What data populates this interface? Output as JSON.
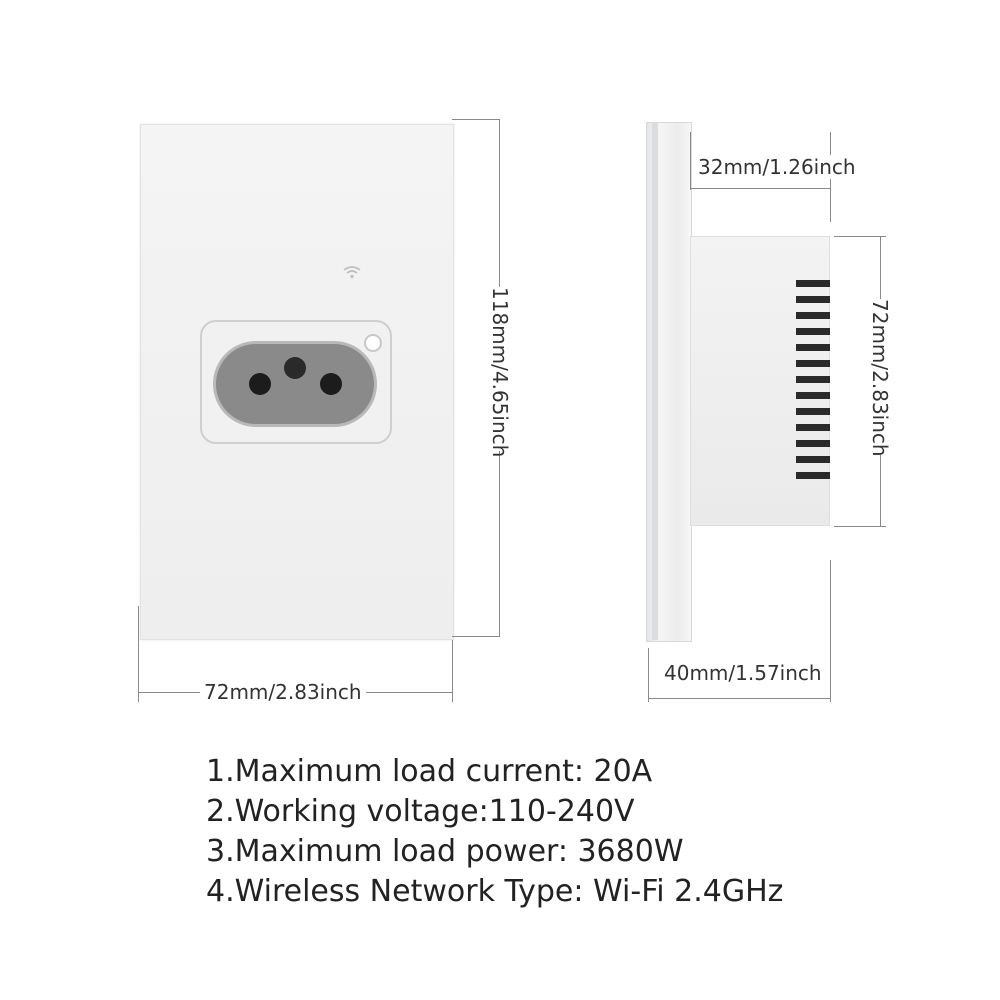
{
  "dimensions": {
    "front_width": "72mm/2.83inch",
    "front_height": "118mm/4.65inch",
    "side_depth_top": "32mm/1.26inch",
    "side_body_height": "72mm/2.83inch",
    "side_depth_bottom": "40mm/1.57inch"
  },
  "icons": {
    "wifi": "wifi-icon",
    "indicator": "indicator-light"
  },
  "colors": {
    "panel": "#eeeeee",
    "socket": "#8a8a8a",
    "pin": "#1c1c1c",
    "vent": "#2a2a2a"
  },
  "specs": [
    "1.Maximum load current: 20A",
    "2.Working voltage:110-240V",
    "3.Maximum load power: 3680W",
    "4.Wireless Network Type: Wi-Fi 2.4GHz"
  ]
}
